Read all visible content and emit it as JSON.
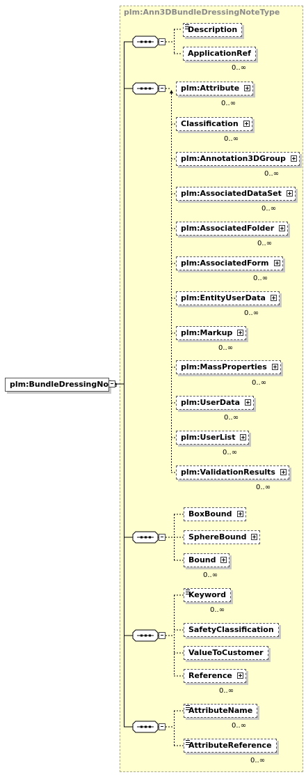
{
  "type_name": "plm:Ann3DBundleDressingNoteType",
  "root": "plm:BundleDressingNote",
  "elements": {
    "description": "Description",
    "applicationref": "ApplicationRef",
    "attribute": "plm:Attribute",
    "classification": "Classification",
    "annotation3dgroup": "plm:Annotation3DGroup",
    "associateddataset": "plm:AssociatedDataSet",
    "associatedfolder": "plm:AssociatedFolder",
    "associatedform": "plm:AssociatedForm",
    "entityuserdata": "plm:EntityUserData",
    "markup": "plm:Markup",
    "massproperties": "plm:MassProperties",
    "userdata": "plm:UserData",
    "userlist": "plm:UserList",
    "validationresults": "plm:ValidationResults",
    "boxbound": "BoxBound",
    "spherebound": "SphereBound",
    "bound": "Bound",
    "keyword": "Keyword",
    "safetyclassification": "SafetyClassification",
    "valuetocustomer": "ValueToCustomer",
    "reference": "Reference",
    "attributename": "AttributeName",
    "attributereference": "AttributeReference"
  },
  "cardinality": "0..∞"
}
